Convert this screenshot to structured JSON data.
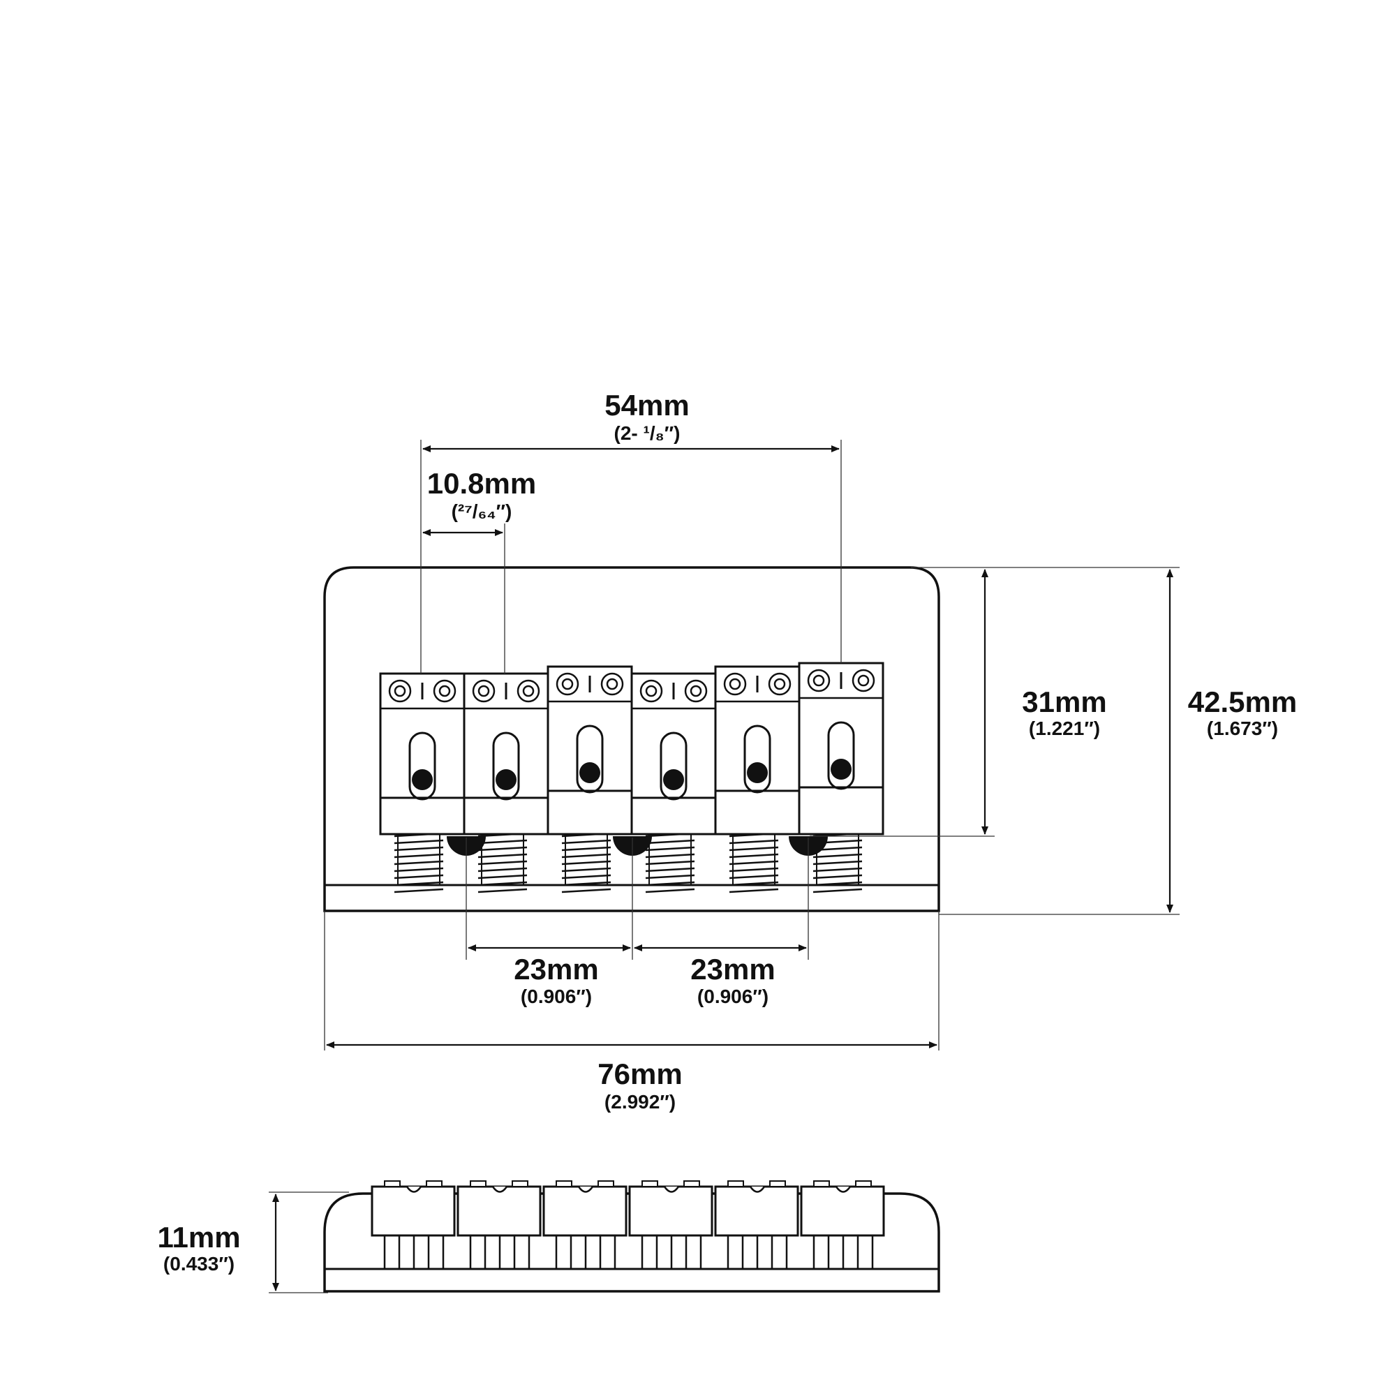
{
  "dimensions": {
    "string_spread": {
      "label": "54mm",
      "sub": "(2- ¹/₈″)"
    },
    "string_spacing": {
      "label": "10.8mm",
      "sub": "(²⁷/₆₄″)"
    },
    "saddle_height": {
      "label": "31mm",
      "sub": "(1.221″)"
    },
    "total_depth": {
      "label": "42.5mm",
      "sub": "(1.673″)"
    },
    "screw_spacing_left": {
      "label": "23mm",
      "sub": "(0.906″)"
    },
    "screw_spacing_right": {
      "label": "23mm",
      "sub": "(0.906″)"
    },
    "total_width": {
      "label": "76mm",
      "sub": "(2.992″)"
    },
    "height": {
      "label": "11mm",
      "sub": "(0.433″)"
    }
  },
  "saddle_count": 6,
  "colors": {
    "ink": "#111111",
    "background": "#ffffff"
  }
}
